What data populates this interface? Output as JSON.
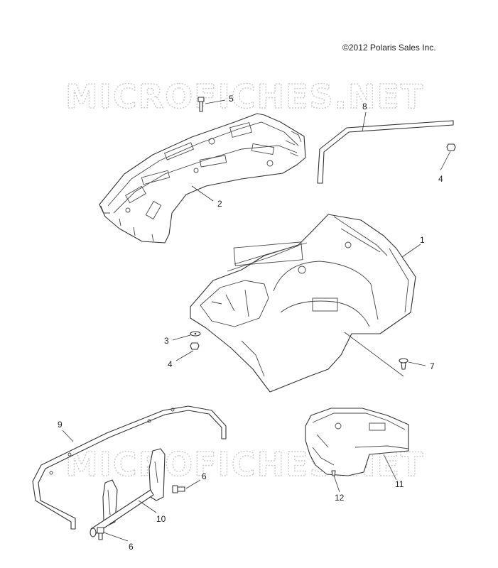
{
  "copyright": "©2012 Polaris Sales Inc.",
  "watermark": "MICROFICHES.NET",
  "callouts": {
    "c1": "1",
    "c2": "2",
    "c3": "3",
    "c4a": "4",
    "c4b": "4",
    "c5": "5",
    "c6a": "6",
    "c6b": "6",
    "c7": "7",
    "c8": "8",
    "c9": "9",
    "c10": "10",
    "c11": "11",
    "c12": "12"
  }
}
